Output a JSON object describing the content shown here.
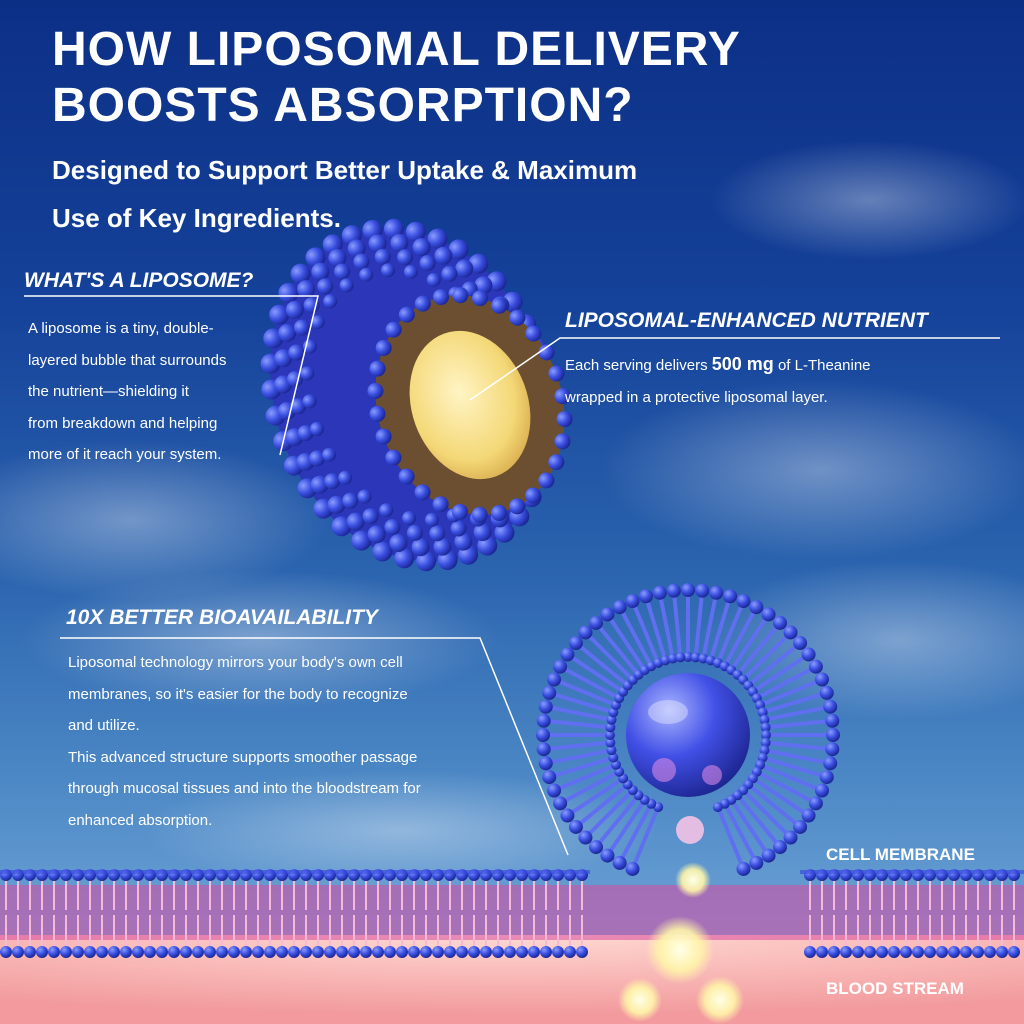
{
  "title_line1": "HOW LIPOSOMAL DELIVERY",
  "title_line2": "BOOSTS ABSORPTION?",
  "subtitle_line1": "Designed to Support Better Uptake & Maximum",
  "subtitle_line2": "Use of Key Ingredients.",
  "liposome": {
    "heading": "WHAT'S A LIPOSOME?",
    "lines": [
      "A liposome is a tiny, double-",
      "layered bubble that surrounds",
      "the nutrient—shielding it",
      "from breakdown and helping",
      "more of it reach your system."
    ]
  },
  "nutrient": {
    "heading": "LIPOSOMAL-ENHANCED NUTRIENT",
    "pre": "Each serving delivers ",
    "amount": "500 mg",
    "post": " of L-Theanine",
    "line2": "wrapped in a protective liposomal layer."
  },
  "bioavailability": {
    "heading": "10X BETTER BIOAVAILABILITY",
    "lines": [
      "Liposomal technology mirrors your body's own cell",
      "membranes, so it's easier for the body to recognize",
      "and utilize.",
      "This advanced structure supports smoother passage",
      "through mucosal tissues and into the bloodstream for",
      "enhanced absorption."
    ]
  },
  "labels": {
    "cell_membrane": "CELL MEMBRANE",
    "blood_stream": "BLOOD STREAM"
  },
  "colors": {
    "bead": "#3b4ee0",
    "core": "#f6dc7a",
    "blood": "#f3a7a6",
    "sky": "#15429a"
  }
}
